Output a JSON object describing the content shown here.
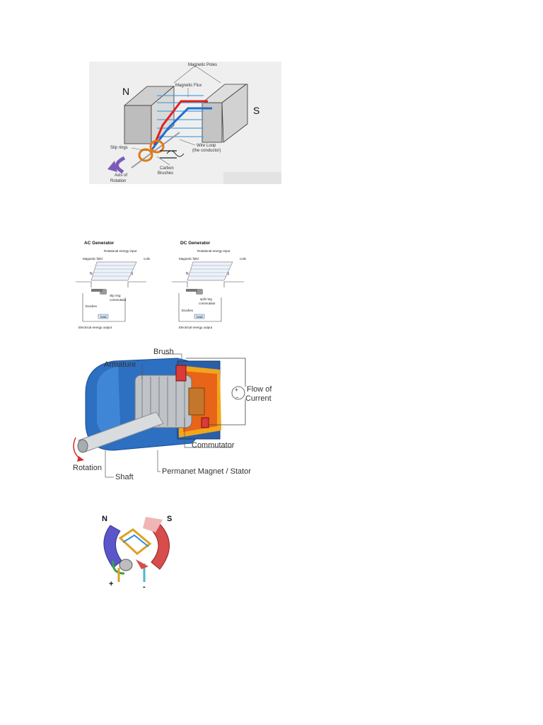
{
  "figure1": {
    "north": "N",
    "south": "S",
    "magnetic_poles": "Magnetic Poles",
    "magnetic_flux": "Magnetic Flux",
    "slip_rings": "Slip rings",
    "wire_loop_1": "Wire Loop",
    "wire_loop_2": "(the conductor)",
    "carbon_1": "Carbon",
    "carbon_2": "Brushes",
    "axis_1": "Axis of",
    "axis_2": "Rotation"
  },
  "figure2": {
    "ac": {
      "title": "AC Generator",
      "rotational": "Rotational energy input",
      "magnetic_field": "Magnetic field",
      "coils": "coils",
      "north": "N",
      "south": "S",
      "ring_1": "slip ring",
      "ring_2": "commutator",
      "brushes": "brushes",
      "load": "load",
      "output": "Electrical energy output"
    },
    "dc": {
      "title": "DC Generator",
      "rotational": "Rotational energy input",
      "magnetic_field": "Magnetic field",
      "coils": "coils",
      "north": "N",
      "south": "S",
      "ring_1": "split ring",
      "ring_2": "commutator",
      "brushes": "brushes",
      "load": "load",
      "output": "Electrical energy output"
    }
  },
  "figure3": {
    "brush": "Brush",
    "armature": "Armature",
    "flow_1": "Flow of",
    "flow_2": "Current",
    "plus": "+",
    "minus": "−",
    "commutator": "Commutator",
    "rotation": "Rotation",
    "shaft": "Shaft",
    "magnet": "Permanet Magnet / Stator"
  },
  "figure4": {
    "north": "N",
    "south": "S",
    "plus": "+",
    "minus": "-"
  }
}
